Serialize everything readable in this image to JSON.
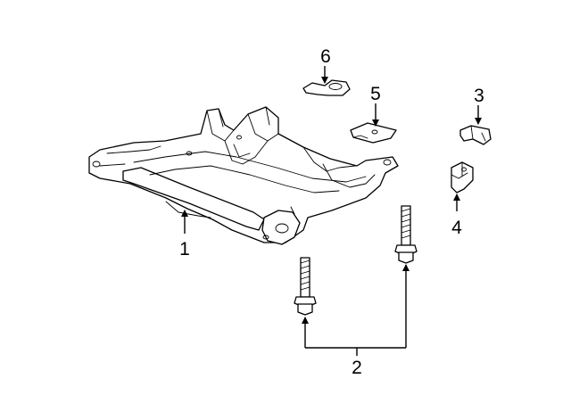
{
  "callouts": [
    {
      "id": "1",
      "label": "1",
      "part": "crossmember"
    },
    {
      "id": "2",
      "label": "2",
      "part": "bolts"
    },
    {
      "id": "3",
      "label": "3",
      "part": "bracket"
    },
    {
      "id": "4",
      "label": "4",
      "part": "bracket"
    },
    {
      "id": "5",
      "label": "5",
      "part": "plate"
    },
    {
      "id": "6",
      "label": "6",
      "part": "insulator"
    }
  ],
  "colors": {
    "stroke": "#000000",
    "fill": "#ffffff",
    "background": "#ffffff"
  }
}
